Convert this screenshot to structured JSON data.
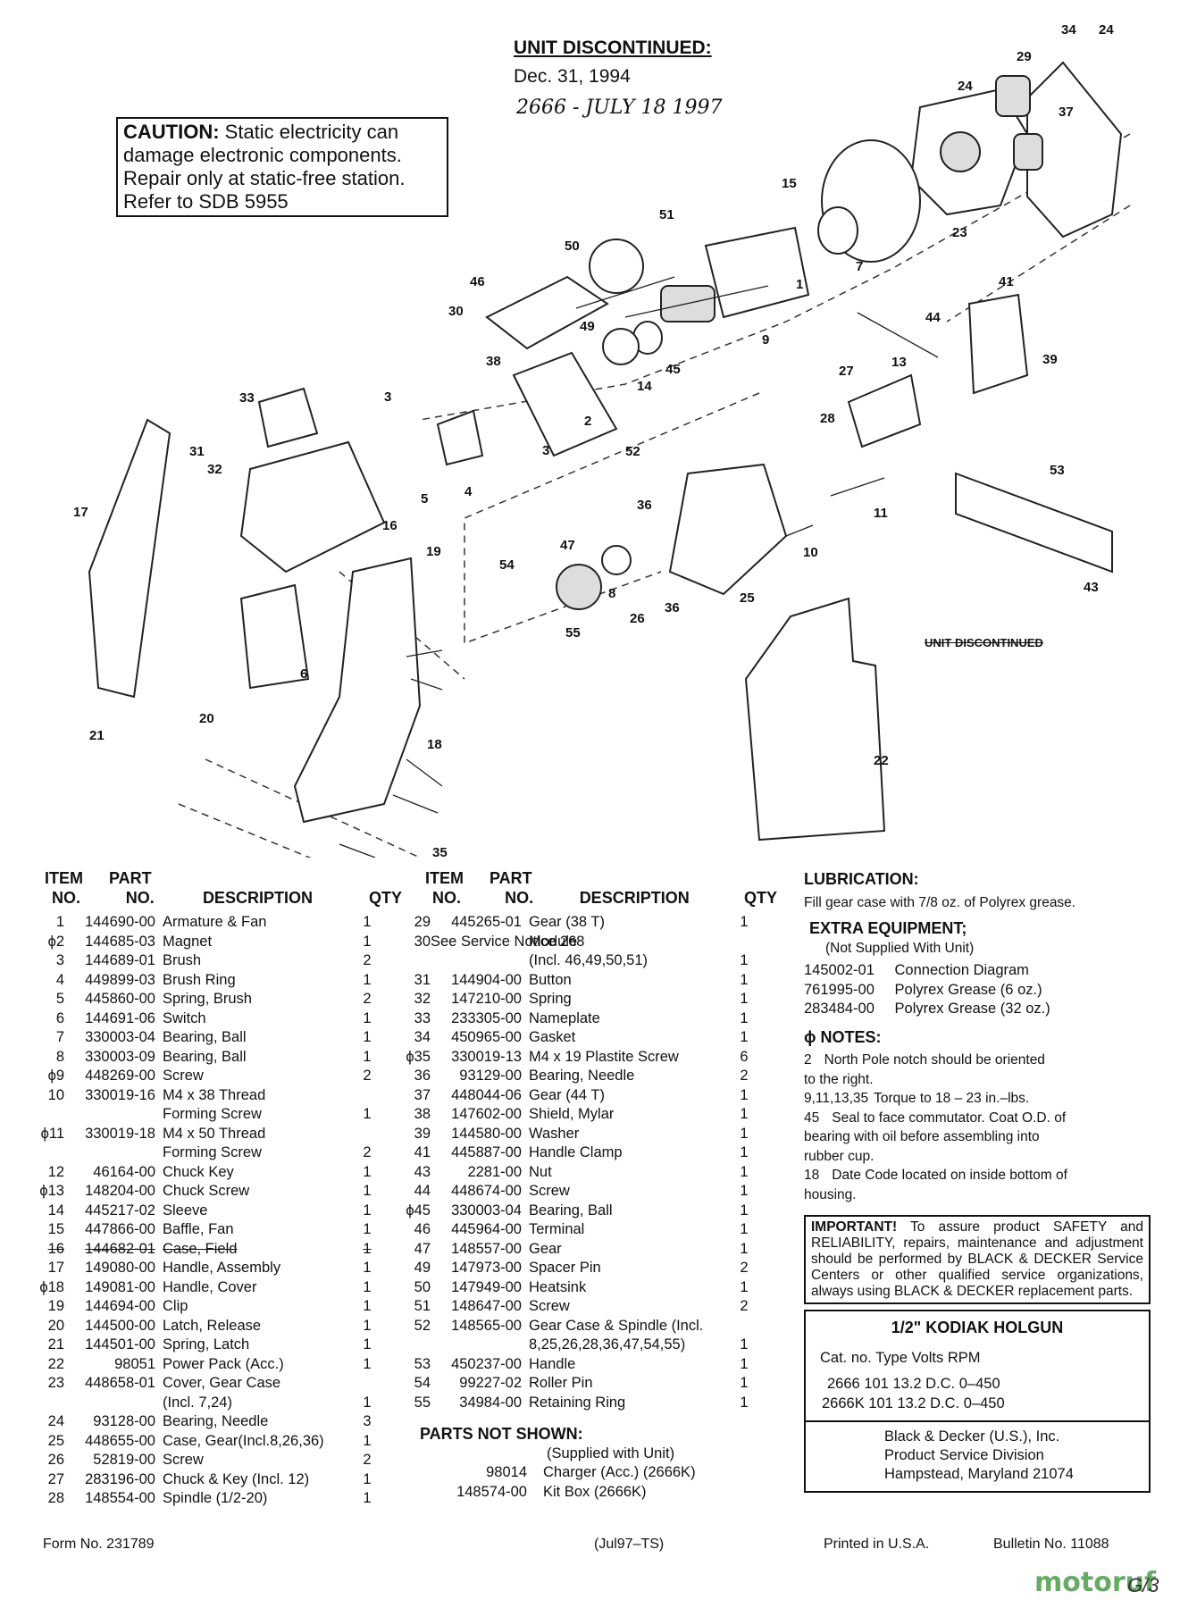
{
  "header": {
    "unit_discontinued": "UNIT DISCONTINUED:",
    "date": "Dec. 31, 1994",
    "handwritten_note": "2666 - JULY 18 1997"
  },
  "caution": {
    "label": "CAUTION:",
    "line1": " Static electricity can",
    "line2": "damage electronic components.",
    "line3": "Repair only at static-free station.",
    "line4": "Refer to SDB 5955"
  },
  "struck_note": "UNIT DISCONTINUED",
  "callouts": [
    "34",
    "24",
    "29",
    "24",
    "37",
    "15",
    "23",
    "51",
    "50",
    "1",
    "7",
    "46",
    "30",
    "49",
    "9",
    "41",
    "44",
    "38",
    "14",
    "45",
    "13",
    "39",
    "27",
    "33",
    "3",
    "28",
    "2",
    "3",
    "31",
    "32",
    "52",
    "17",
    "4",
    "5",
    "16",
    "36",
    "11",
    "53",
    "47",
    "10",
    "19",
    "54",
    "8",
    "26",
    "36",
    "25",
    "43",
    "6",
    "55",
    "20",
    "21",
    "18",
    "22",
    "35"
  ],
  "table1": {
    "header": {
      "item": "ITEM",
      "part": "PART",
      "no": "NO.",
      "no2": "NO.",
      "desc": "DESCRIPTION",
      "qty": "QTY"
    },
    "rows": [
      {
        "item": "1",
        "part": "144690-00",
        "desc": "Armature & Fan",
        "qty": "1"
      },
      {
        "item": "ϕ2",
        "part": "144685-03",
        "desc": "Magnet",
        "qty": "1"
      },
      {
        "item": "3",
        "part": "144689-01",
        "desc": "Brush",
        "qty": "2"
      },
      {
        "item": "4",
        "part": "449899-03",
        "desc": "Brush Ring",
        "qty": "1"
      },
      {
        "item": "5",
        "part": "445860-00",
        "desc": "Spring, Brush",
        "qty": "2"
      },
      {
        "item": "6",
        "part": "144691-06",
        "desc": "Switch",
        "qty": "1"
      },
      {
        "item": "7",
        "part": "330003-04",
        "desc": "Bearing, Ball",
        "qty": "1"
      },
      {
        "item": "8",
        "part": "330003-09",
        "desc": "Bearing, Ball",
        "qty": "1"
      },
      {
        "item": "ϕ9",
        "part": "448269-00",
        "desc": "Screw",
        "qty": "2"
      },
      {
        "item": "10",
        "part": "330019-16",
        "desc": "M4 x 38 Thread",
        "qty": ""
      },
      {
        "item": "",
        "part": "",
        "desc": "Forming Screw",
        "qty": "1"
      },
      {
        "item": "ϕ11",
        "part": "330019-18",
        "desc": "M4 x 50 Thread",
        "qty": ""
      },
      {
        "item": "",
        "part": "",
        "desc": "Forming Screw",
        "qty": "2"
      },
      {
        "item": "12",
        "part": "46164-00",
        "desc": "Chuck Key",
        "qty": "1"
      },
      {
        "item": "ϕ13",
        "part": "148204-00",
        "desc": "Chuck Screw",
        "qty": "1"
      },
      {
        "item": "14",
        "part": "445217-02",
        "desc": "Sleeve",
        "qty": "1"
      },
      {
        "item": "15",
        "part": "447866-00",
        "desc": "Baffle, Fan",
        "qty": "1"
      },
      {
        "item": "16",
        "part": "144682-01",
        "desc": "Case, Field",
        "qty": "1",
        "struck": true
      },
      {
        "item": "17",
        "part": "149080-00",
        "desc": "Handle, Assembly",
        "qty": "1"
      },
      {
        "item": "ϕ18",
        "part": "149081-00",
        "desc": "Handle, Cover",
        "qty": "1"
      },
      {
        "item": "19",
        "part": "144694-00",
        "desc": "Clip",
        "qty": "1"
      },
      {
        "item": "20",
        "part": "144500-00",
        "desc": "Latch, Release",
        "qty": "1"
      },
      {
        "item": "21",
        "part": "144501-00",
        "desc": "Spring, Latch",
        "qty": "1"
      },
      {
        "item": "22",
        "part": "98051",
        "desc": "Power Pack (Acc.)",
        "qty": "1"
      },
      {
        "item": "23",
        "part": "448658-01",
        "desc": "Cover, Gear Case",
        "qty": ""
      },
      {
        "item": "",
        "part": "",
        "desc": "(Incl. 7,24)",
        "qty": "1"
      },
      {
        "item": "24",
        "part": "93128-00",
        "desc": "Bearing, Needle",
        "qty": "3"
      },
      {
        "item": "25",
        "part": "448655-00",
        "desc": "Case, Gear(Incl.8,26,36)",
        "qty": "1"
      },
      {
        "item": "26",
        "part": "52819-00",
        "desc": "Screw",
        "qty": "2"
      },
      {
        "item": "27",
        "part": "283196-00",
        "desc": "Chuck & Key (Incl. 12)",
        "qty": "1"
      },
      {
        "item": "28",
        "part": "148554-00",
        "desc": "Spindle (1/2-20)",
        "qty": "1"
      }
    ]
  },
  "table2": {
    "header": {
      "item": "ITEM",
      "part": "PART",
      "no": "NO.",
      "no2": "NO.",
      "desc": "DESCRIPTION",
      "qty": "QTY"
    },
    "rows": [
      {
        "item": "29",
        "part": "445265-01",
        "desc": "Gear (38 T)",
        "qty": "1"
      },
      {
        "item": "30",
        "part": "See Service Notice 268",
        "desc": "Module",
        "qty": ""
      },
      {
        "item": "",
        "part": "",
        "desc": "(Incl. 46,49,50,51)",
        "qty": "1"
      },
      {
        "item": "31",
        "part": "144904-00",
        "desc": "Button",
        "qty": "1"
      },
      {
        "item": "32",
        "part": "147210-00",
        "desc": "Spring",
        "qty": "1"
      },
      {
        "item": "33",
        "part": "233305-00",
        "desc": "Nameplate",
        "qty": "1"
      },
      {
        "item": "34",
        "part": "450965-00",
        "desc": "Gasket",
        "qty": "1"
      },
      {
        "item": "ϕ35",
        "part": "330019-13",
        "desc": "M4 x 19 Plastite Screw",
        "qty": "6"
      },
      {
        "item": "36",
        "part": "93129-00",
        "desc": "Bearing, Needle",
        "qty": "2"
      },
      {
        "item": "37",
        "part": "448044-06",
        "desc": "Gear (44 T)",
        "qty": "1"
      },
      {
        "item": "38",
        "part": "147602-00",
        "desc": "Shield, Mylar",
        "qty": "1"
      },
      {
        "item": "39",
        "part": "144580-00",
        "desc": "Washer",
        "qty": "1"
      },
      {
        "item": "41",
        "part": "445887-00",
        "desc": "Handle Clamp",
        "qty": "1"
      },
      {
        "item": "43",
        "part": "2281-00",
        "desc": "Nut",
        "qty": "1"
      },
      {
        "item": "44",
        "part": "448674-00",
        "desc": "Screw",
        "qty": "1"
      },
      {
        "item": "ϕ45",
        "part": "330003-04",
        "desc": "Bearing, Ball",
        "qty": "1"
      },
      {
        "item": "46",
        "part": "445964-00",
        "desc": "Terminal",
        "qty": "1"
      },
      {
        "item": "47",
        "part": "148557-00",
        "desc": "Gear",
        "qty": "1"
      },
      {
        "item": "49",
        "part": "147973-00",
        "desc": "Spacer Pin",
        "qty": "2"
      },
      {
        "item": "50",
        "part": "147949-00",
        "desc": "Heatsink",
        "qty": "1"
      },
      {
        "item": "51",
        "part": "148647-00",
        "desc": "Screw",
        "qty": "2"
      },
      {
        "item": "52",
        "part": "148565-00",
        "desc": "Gear Case & Spindle (Incl.",
        "qty": ""
      },
      {
        "item": "",
        "part": "",
        "desc": "8,25,26,28,36,47,54,55)",
        "qty": "1"
      },
      {
        "item": "53",
        "part": "450237-00",
        "desc": "Handle",
        "qty": "1"
      },
      {
        "item": "54",
        "part": "99227-02",
        "desc": "Roller Pin",
        "qty": "1"
      },
      {
        "item": "55",
        "part": "34984-00",
        "desc": "Retaining Ring",
        "qty": "1"
      }
    ]
  },
  "parts_not_shown": {
    "title": "PARTS NOT SHOWN:",
    "subtitle": "(Supplied with Unit)",
    "items": [
      {
        "part": "98014",
        "desc": "Charger (Acc.) (2666K)"
      },
      {
        "part": "148574-00",
        "desc": "Kit Box (2666K)"
      }
    ]
  },
  "lubrication": {
    "title": "LUBRICATION:",
    "text": "Fill gear case with 7/8 oz. of Polyrex grease."
  },
  "extra_equipment": {
    "title": "EXTRA EQUIPMENT;",
    "subtitle": "(Not Supplied With Unit)",
    "items": [
      {
        "part": "145002-01",
        "desc": "Connection Diagram"
      },
      {
        "part": "761995-00",
        "desc": "Polyrex Grease (6 oz.)"
      },
      {
        "part": "283484-00",
        "desc": "Polyrex Grease (32 oz.)"
      }
    ]
  },
  "notes": {
    "title": "ϕ NOTES:",
    "items": [
      {
        "ref": "2",
        "line1": "North Pole notch should be oriented",
        "line2": "to the right."
      },
      {
        "ref": "9,11,13,35",
        "line1": "Torque to 18 – 23 in.–lbs.",
        "line2": ""
      },
      {
        "ref": "45",
        "line1": "Seal to face commutator. Coat O.D. of",
        "line2": "bearing with oil before assembling into",
        "line3": "rubber cup."
      },
      {
        "ref": "18",
        "line1": "Date Code located on inside bottom of",
        "line2": "housing."
      }
    ]
  },
  "important": {
    "label": "IMPORTANT!",
    "text": " To assure product SAFETY and RELIABILITY, repairs, maintenance and adjustment should be performed by BLACK & DECKER Service Centers or other qualified service organizations, always using BLACK & DECKER replacement parts."
  },
  "product": {
    "title": "1/2\" KODIAK HOLGUN",
    "columns": [
      "Cat. no.",
      "Type",
      "Volts",
      "RPM"
    ],
    "rows": [
      {
        "cat": "2666",
        "type": "101",
        "volts": "13.2 D.C.",
        "rpm": "0–450"
      },
      {
        "cat": "2666K",
        "type": "101",
        "volts": "13.2 D.C.",
        "rpm": "0–450"
      }
    ],
    "company1": "Black & Decker (U.S.), Inc.",
    "company2": "Product Service Division",
    "company3": "Hampstead, Maryland 21074"
  },
  "footer": {
    "form_no": "Form No. 231789",
    "revision": "(Jul97–TS)",
    "printed": "Printed in U.S.A.",
    "bulletin": "Bulletin No.  11088",
    "watermark": "motoruf",
    "page_mark": "G/3"
  }
}
